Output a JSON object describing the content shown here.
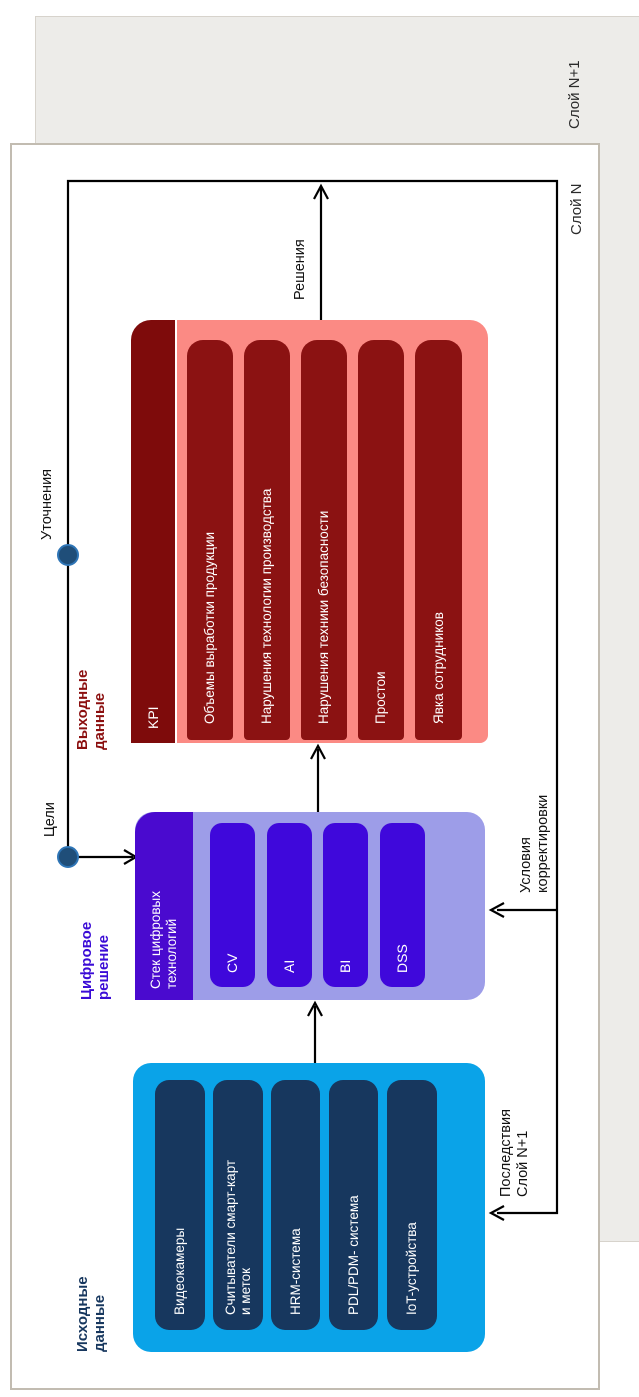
{
  "pages": {
    "outer_label": "Слой N+1",
    "inner_label": "Слой N"
  },
  "annotations": {
    "goals": "Цели",
    "refinements": "Уточнения",
    "decisions": "Решения",
    "adjustment_conditions": "Условия\nкорректировки",
    "consequences": "Последствия\nСлой N+1"
  },
  "groups": {
    "source": {
      "title": "Исходные\nданные",
      "items": [
        "Видеокамеры",
        "Считыватели смарт-карт\nи меток",
        "HRM-система",
        "PDL/PDM- система",
        "IoT-устройства"
      ]
    },
    "digital": {
      "title": "Цифровое\nрешение",
      "header": "Стек цифровых\nтехнологий",
      "items": [
        "CV",
        "AI",
        "BI",
        "DSS"
      ]
    },
    "output": {
      "title": "Выходные\nданные",
      "header": "KPI",
      "items": [
        "Объемы выработки продукции",
        "Нарушения технологии производства",
        "Нарушения техники безопасности",
        "Простои",
        "Явка сотрудников"
      ]
    }
  },
  "colors": {
    "page_gray": "#edece9",
    "source_container": "#0aa3e8",
    "source_item": "#17375e",
    "digital_container": "#9d9de8",
    "digital_header": "#4a0acf",
    "digital_item": "#3f08db",
    "output_header": "#7e0b0b",
    "output_container": "#fb8a84",
    "output_item": "#8b1212",
    "junction_dot": "#1f4e79",
    "line": "#000000"
  }
}
